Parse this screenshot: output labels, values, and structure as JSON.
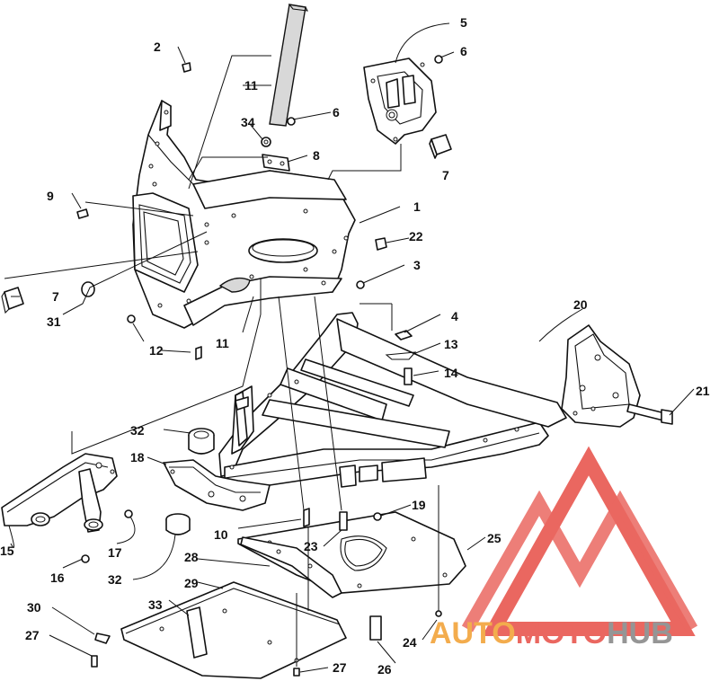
{
  "callouts": {
    "c1": "1",
    "c2": "2",
    "c3": "3",
    "c4": "4",
    "c5": "5",
    "c6a": "6",
    "c6b": "6",
    "c7a": "7",
    "c7b": "7",
    "c8": "8",
    "c9": "9",
    "c10": "10",
    "c11a": "11",
    "c11b": "11",
    "c12": "12",
    "c13": "13",
    "c14": "14",
    "c15": "15",
    "c16": "16",
    "c17": "17",
    "c18": "18",
    "c19": "19",
    "c20": "20",
    "c21": "21",
    "c22": "22",
    "c23": "23",
    "c24": "24",
    "c25": "25",
    "c26": "26",
    "c27a": "27",
    "c27b": "27",
    "c28": "28",
    "c29": "29",
    "c30": "30",
    "c31": "31",
    "c32a": "32",
    "c32b": "32",
    "c33": "33",
    "c34": "34"
  },
  "watermark": {
    "part1": "AUTO",
    "part2": "MOTO",
    "part3": "HUB",
    "color_primary": "#e8574f",
    "color_secondary": "#f2a43a",
    "color_gray": "#8a8a8a"
  }
}
